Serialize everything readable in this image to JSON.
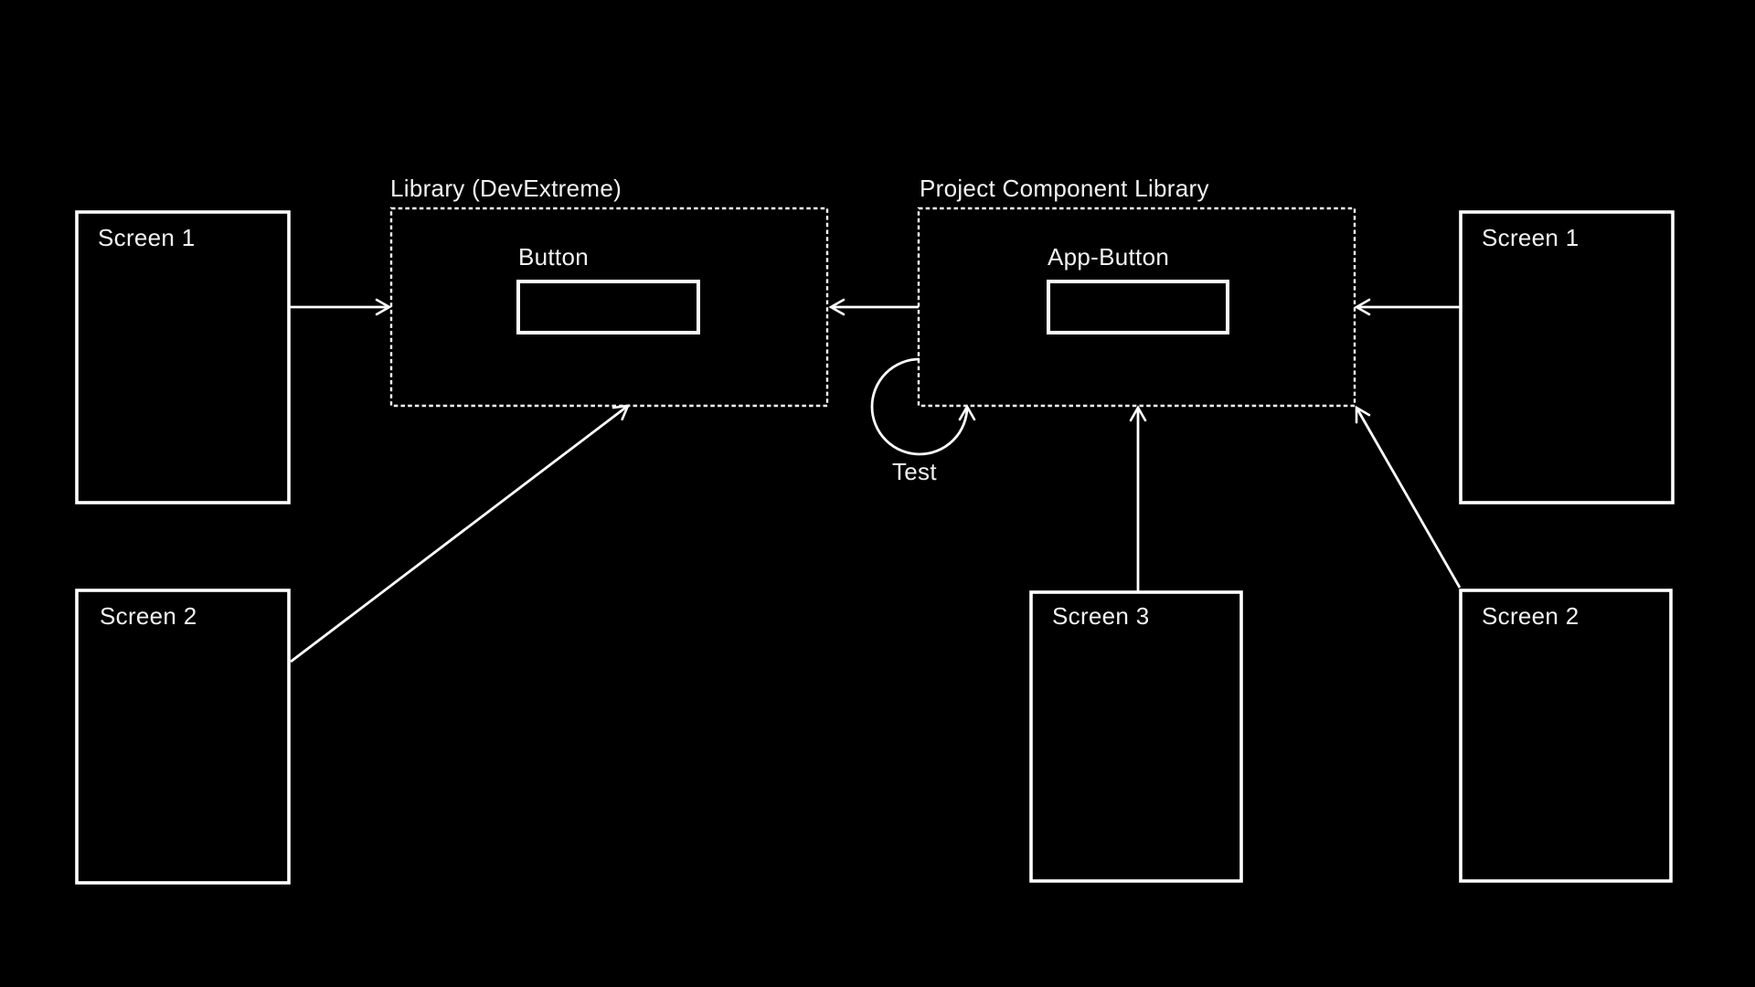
{
  "diagram": {
    "colors": {
      "background": "#000000",
      "stroke": "#ffffff",
      "text": "#f2f2f2"
    },
    "screens": {
      "left_1": "Screen 1",
      "left_2": "Screen 2",
      "right_1": "Screen 1",
      "right_2": "Screen 2",
      "bottom": "Screen 3"
    },
    "library_group": {
      "title": "Library (DevExtreme)",
      "component_label": "Button"
    },
    "project_group": {
      "title": "Project Component Library",
      "component_label": "App-Button"
    },
    "self_loop_label": "Test"
  }
}
